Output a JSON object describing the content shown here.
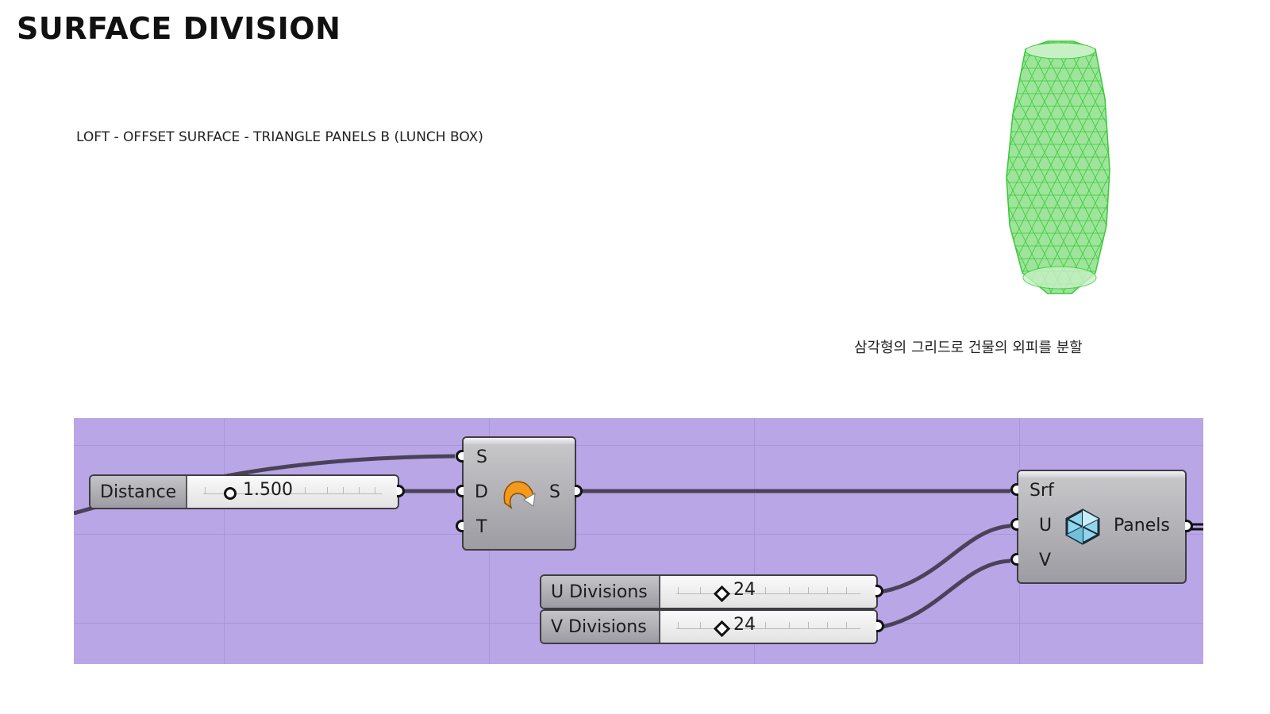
{
  "page": {
    "title": "SURFACE DIVISION",
    "subtitle": "LOFT - OFFSET SURFACE -  TRIANGLE PANELS B (LUNCH BOX)",
    "caption": "삼각형의 그리드로 건물의 외피를 분할"
  },
  "colors": {
    "canvas": "#b9a6e6",
    "wire": "#4a4258",
    "mesh": "#39c93a"
  },
  "components": {
    "distance_slider": {
      "label": "Distance",
      "value": "1.500",
      "knob": "circle"
    },
    "offset_surface": {
      "inputs": [
        "S",
        "D",
        "T"
      ],
      "output": "S",
      "icon": "offset-surface-icon"
    },
    "u_divisions": {
      "label": "U Divisions",
      "value": "24",
      "knob": "diamond"
    },
    "v_divisions": {
      "label": "V Divisions",
      "value": "24",
      "knob": "diamond"
    },
    "panels": {
      "inputs": [
        "Srf",
        "U",
        "V"
      ],
      "label": "Panels",
      "icon": "hexagon-panel-icon"
    }
  }
}
